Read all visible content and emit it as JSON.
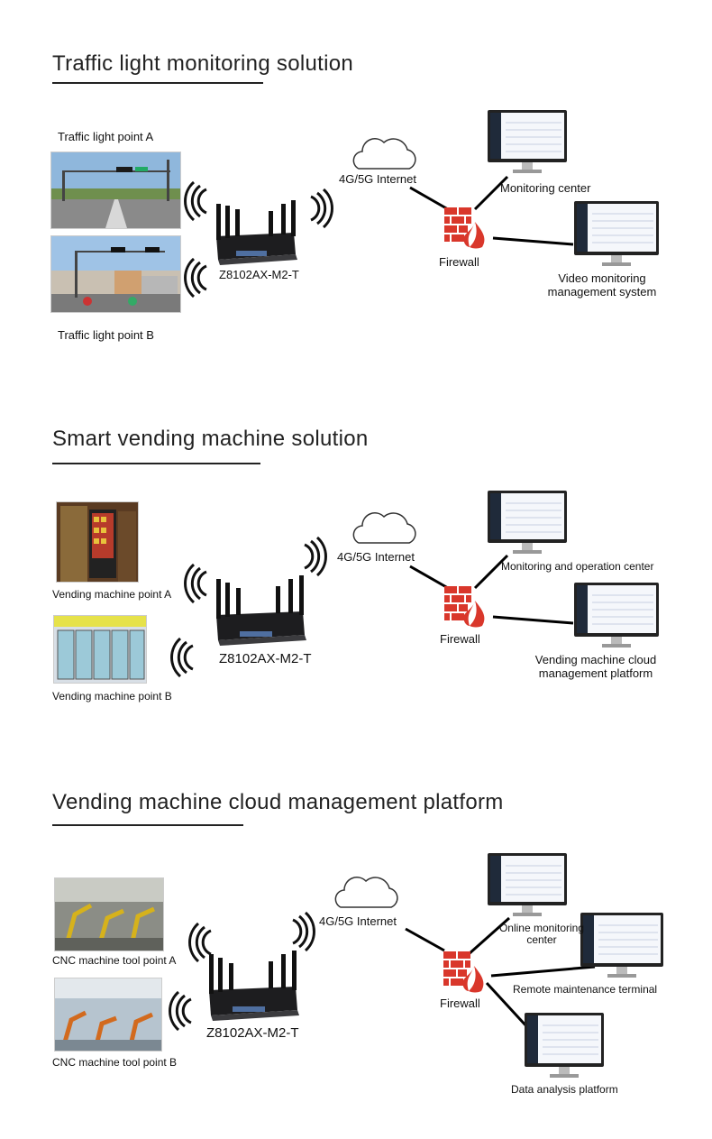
{
  "sections": [
    {
      "title": "Traffic light monitoring solution",
      "point_a": "Traffic light point A",
      "point_b": "Traffic light point B",
      "router": "Z8102AX-M2-T",
      "internet": "4G/5G Internet",
      "firewall": "Firewall",
      "endpoints": [
        "Monitoring center",
        "Video monitoring\nmanagement system"
      ]
    },
    {
      "title": "Smart vending machine solution",
      "point_a": "Vending machine point A",
      "point_b": "Vending machine point B",
      "router": "Z8102AX-M2-T",
      "internet": "4G/5G Internet",
      "firewall": "Firewall",
      "endpoints": [
        "Monitoring and operation center",
        "Vending machine cloud\nmanagement platform"
      ]
    },
    {
      "title": "Vending machine cloud management platform",
      "point_a": "CNC machine tool point A",
      "point_b": "CNC machine tool point B",
      "router": "Z8102AX-M2-T",
      "internet": "4G/5G Internet",
      "firewall": "Firewall",
      "endpoints": [
        "Online monitoring\ncenter",
        "Remote maintenance terminal",
        "Data analysis platform"
      ]
    }
  ],
  "colors": {
    "firewall": "#d9372b",
    "line": "#000000",
    "title": "#222222"
  },
  "icons": [
    "cloud-icon",
    "router-icon",
    "firewall-icon",
    "monitor-icon",
    "wifi-signal-icon"
  ]
}
